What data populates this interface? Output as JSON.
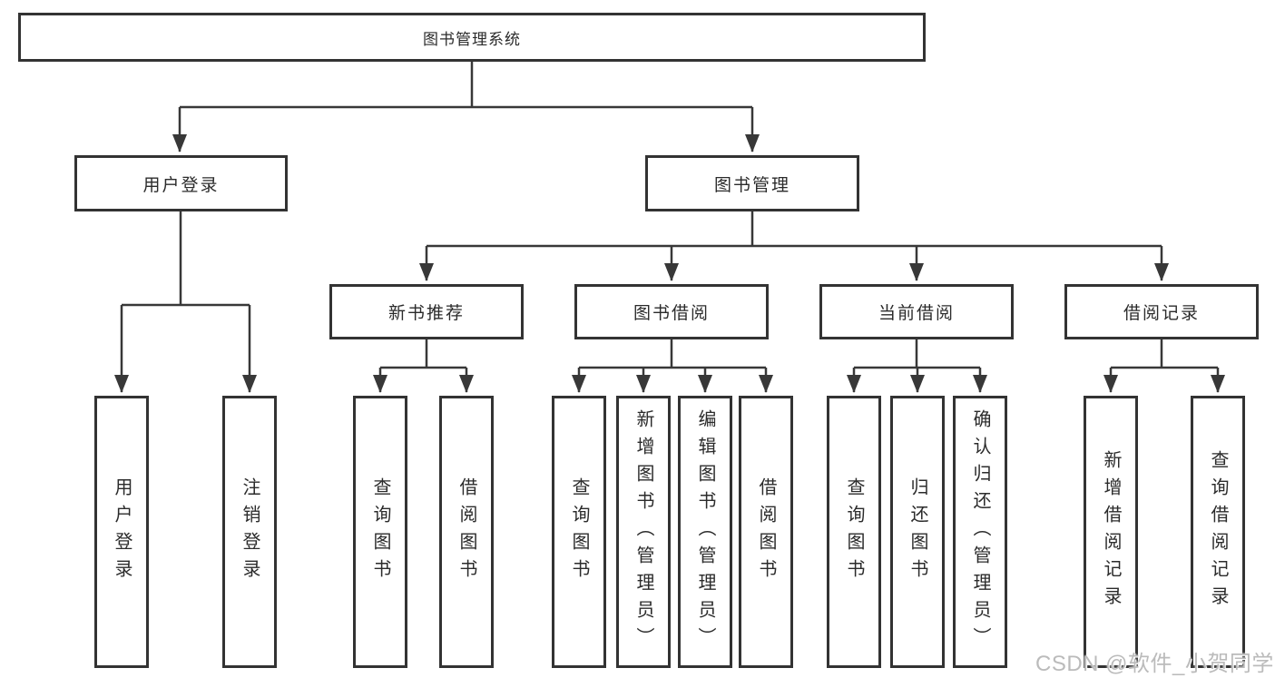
{
  "diagram_title": "图书管理系统",
  "tree": {
    "label": "图书管理系统",
    "children": [
      {
        "label": "用户登录",
        "children": [
          {
            "label": "用户登录"
          },
          {
            "label": "注销登录"
          }
        ]
      },
      {
        "label": "图书管理",
        "children": [
          {
            "label": "新书推荐",
            "children": [
              {
                "label": "查询图书"
              },
              {
                "label": "借阅图书"
              }
            ]
          },
          {
            "label": "图书借阅",
            "children": [
              {
                "label": "查询图书"
              },
              {
                "label": "新增图书（管理员）"
              },
              {
                "label": "编辑图书（管理员）"
              },
              {
                "label": "借阅图书"
              }
            ]
          },
          {
            "label": "当前借阅",
            "children": [
              {
                "label": "查询图书"
              },
              {
                "label": "归还图书"
              },
              {
                "label": "确认归还（管理员）"
              }
            ]
          },
          {
            "label": "借阅记录",
            "children": [
              {
                "label": "新增借阅记录"
              },
              {
                "label": "查询借阅记录"
              }
            ]
          }
        ]
      }
    ]
  },
  "watermark": "CSDN @软件_小贺同学",
  "colors": {
    "background": "#ffffff",
    "box_border": "#333333",
    "connector_line": "#383838",
    "text": "#2b2b2b",
    "watermark_text": "#b7b7b7"
  }
}
